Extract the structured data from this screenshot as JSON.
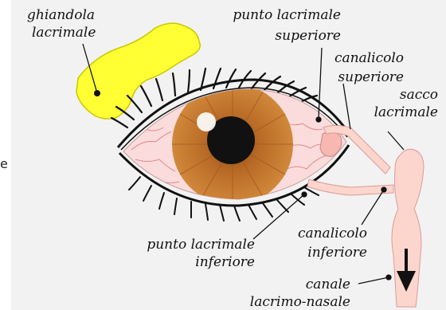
{
  "left_edge_char": "e",
  "labels": {
    "ghiandola_1": "ghiandola",
    "ghiandola_2": "lacrimale",
    "punto_sup_1": "punto lacrimale",
    "punto_sup_2": "superiore",
    "canalicolo_sup_1": "canalicolo",
    "canalicolo_sup_2": "superiore",
    "sacco_1": "sacco",
    "sacco_2": "lacrimale",
    "punto_inf_1": "punto lacrimale",
    "punto_inf_2": "inferiore",
    "canalicolo_inf_1": "canalicolo",
    "canalicolo_inf_2": "inferiore",
    "canale_1": "canale",
    "canale_2": "lacrimo-nasale"
  },
  "colors": {
    "gland": "#ffff33",
    "iris": "#c47a2c",
    "sclera": "#fbdcdc",
    "duct": "#fcd6cc",
    "panel": "#f2f2f2"
  }
}
